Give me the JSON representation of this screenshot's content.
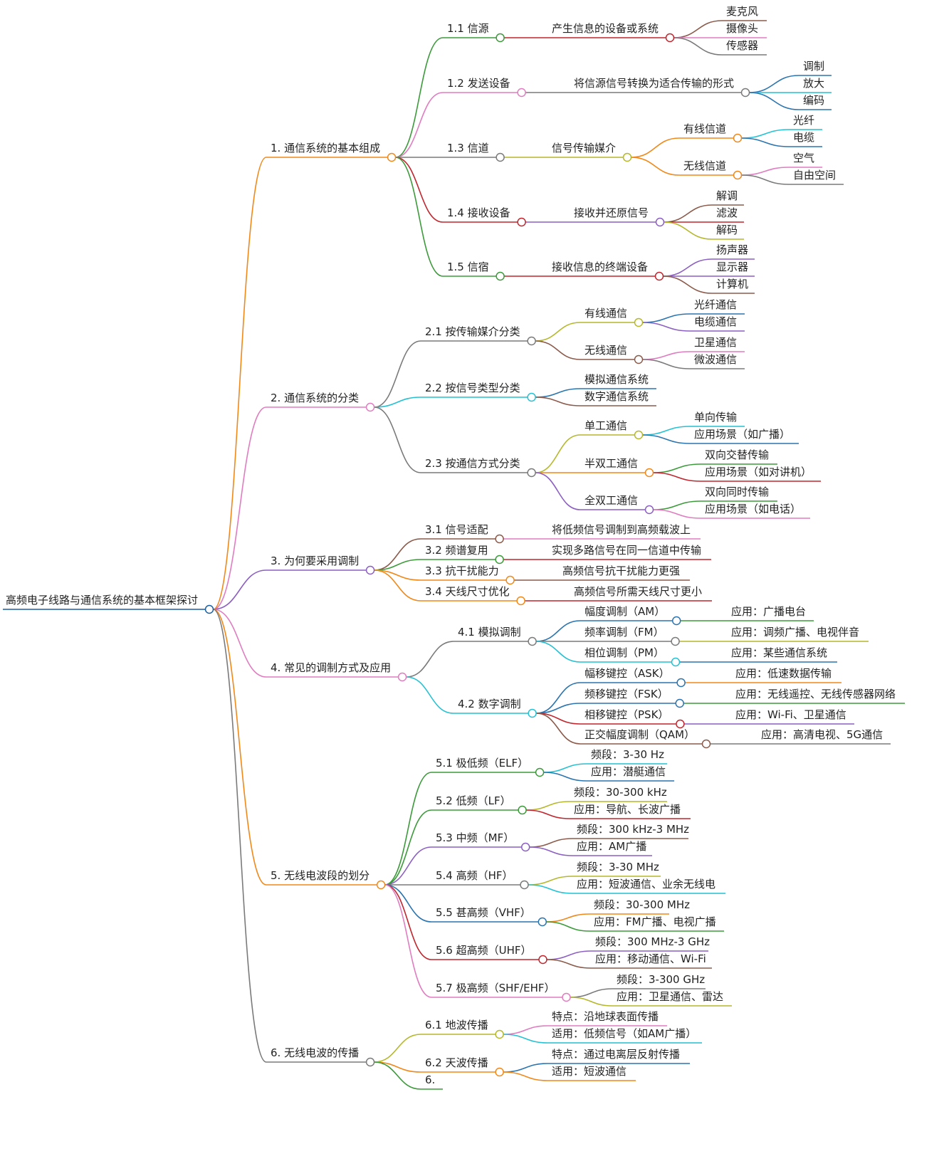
{
  "colors": {
    "root": "#1a5fa0",
    "orange": "#f0891a",
    "green": "#3c9a3a",
    "pink": "#e07cc0",
    "gray": "#7a7a7a",
    "olive": "#b5b82a",
    "red": "#c0262e",
    "cyan": "#25c1d2",
    "purple": "#8c5fc2",
    "brown": "#8b5a4a",
    "blue": "#2a74b0"
  },
  "mindmap": {
    "label": "高频电子线路与通信系统的基本框架探讨",
    "children": [
      {
        "label": "1. 通信系统的基本组成",
        "children": [
          {
            "label": "1.1 信源",
            "children": [
              {
                "label": "产生信息的设备或系统",
                "children": [
                  {
                    "label": "麦克风"
                  },
                  {
                    "label": "摄像头"
                  },
                  {
                    "label": "传感器"
                  }
                ]
              }
            ]
          },
          {
            "label": "1.2 发送设备",
            "children": [
              {
                "label": "将信源信号转换为适合传输的形式",
                "children": [
                  {
                    "label": "调制"
                  },
                  {
                    "label": "放大"
                  },
                  {
                    "label": "编码"
                  }
                ]
              }
            ]
          },
          {
            "label": "1.3 信道",
            "children": [
              {
                "label": "信号传输媒介",
                "children": [
                  {
                    "label": "有线信道",
                    "children": [
                      {
                        "label": "光纤"
                      },
                      {
                        "label": "电缆"
                      }
                    ]
                  },
                  {
                    "label": "无线信道",
                    "children": [
                      {
                        "label": "空气"
                      },
                      {
                        "label": "自由空间"
                      }
                    ]
                  }
                ]
              }
            ]
          },
          {
            "label": "1.4 接收设备",
            "children": [
              {
                "label": "接收并还原信号",
                "children": [
                  {
                    "label": "解调"
                  },
                  {
                    "label": "滤波"
                  },
                  {
                    "label": "解码"
                  }
                ]
              }
            ]
          },
          {
            "label": "1.5 信宿",
            "children": [
              {
                "label": "接收信息的终端设备",
                "children": [
                  {
                    "label": "扬声器"
                  },
                  {
                    "label": "显示器"
                  },
                  {
                    "label": "计算机"
                  }
                ]
              }
            ]
          }
        ]
      },
      {
        "label": "2. 通信系统的分类",
        "children": [
          {
            "label": "2.1 按传输媒介分类",
            "children": [
              {
                "label": "有线通信",
                "children": [
                  {
                    "label": "光纤通信"
                  },
                  {
                    "label": "电缆通信"
                  }
                ]
              },
              {
                "label": "无线通信",
                "children": [
                  {
                    "label": "卫星通信"
                  },
                  {
                    "label": "微波通信"
                  }
                ]
              }
            ]
          },
          {
            "label": "2.2 按信号类型分类",
            "children": [
              {
                "label": "模拟通信系统"
              },
              {
                "label": "数字通信系统"
              }
            ]
          },
          {
            "label": "2.3 按通信方式分类",
            "children": [
              {
                "label": "单工通信",
                "children": [
                  {
                    "label": "单向传输"
                  },
                  {
                    "label": "应用场景（如广播）"
                  }
                ]
              },
              {
                "label": "半双工通信",
                "children": [
                  {
                    "label": "双向交替传输"
                  },
                  {
                    "label": "应用场景（如对讲机）"
                  }
                ]
              },
              {
                "label": "全双工通信",
                "children": [
                  {
                    "label": "双向同时传输"
                  },
                  {
                    "label": "应用场景（如电话）"
                  }
                ]
              }
            ]
          }
        ]
      },
      {
        "label": "3. 为何要采用调制",
        "children": [
          {
            "label": "3.1 信号适配",
            "children": [
              {
                "label": "将低频信号调制到高频载波上"
              }
            ]
          },
          {
            "label": "3.2 频谱复用",
            "children": [
              {
                "label": "实现多路信号在同一信道中传输"
              }
            ]
          },
          {
            "label": "3.3 抗干扰能力",
            "children": [
              {
                "label": "高频信号抗干扰能力更强"
              }
            ]
          },
          {
            "label": "3.4 天线尺寸优化",
            "children": [
              {
                "label": "高频信号所需天线尺寸更小"
              }
            ]
          }
        ]
      },
      {
        "label": "4. 常见的调制方式及应用",
        "children": [
          {
            "label": "4.1 模拟调制",
            "children": [
              {
                "label": "幅度调制（AM）",
                "children": [
                  {
                    "label": "应用：广播电台"
                  }
                ]
              },
              {
                "label": "频率调制（FM）",
                "children": [
                  {
                    "label": "应用：调频广播、电视伴音"
                  }
                ]
              },
              {
                "label": "相位调制（PM）",
                "children": [
                  {
                    "label": "应用：某些通信系统"
                  }
                ]
              }
            ]
          },
          {
            "label": "4.2 数字调制",
            "children": [
              {
                "label": "幅移键控（ASK）",
                "children": [
                  {
                    "label": "应用：低速数据传输"
                  }
                ]
              },
              {
                "label": "频移键控（FSK）",
                "children": [
                  {
                    "label": "应用：无线遥控、无线传感器网络"
                  }
                ]
              },
              {
                "label": "相移键控（PSK）",
                "children": [
                  {
                    "label": "应用：Wi-Fi、卫星通信"
                  }
                ]
              },
              {
                "label": "正交幅度调制（QAM）",
                "children": [
                  {
                    "label": "应用：高清电视、5G通信"
                  }
                ]
              }
            ]
          }
        ]
      },
      {
        "label": "5. 无线电波段的划分",
        "children": [
          {
            "label": "5.1 极低频（ELF）",
            "children": [
              {
                "label": "频段：3-30 Hz"
              },
              {
                "label": "应用：潜艇通信"
              }
            ]
          },
          {
            "label": "5.2 低频（LF）",
            "children": [
              {
                "label": "频段：30-300 kHz"
              },
              {
                "label": "应用：导航、长波广播"
              }
            ]
          },
          {
            "label": "5.3 中频（MF）",
            "children": [
              {
                "label": "频段：300 kHz-3 MHz"
              },
              {
                "label": "应用：AM广播"
              }
            ]
          },
          {
            "label": "5.4 高频（HF）",
            "children": [
              {
                "label": "频段：3-30 MHz"
              },
              {
                "label": "应用：短波通信、业余无线电"
              }
            ]
          },
          {
            "label": "5.5 甚高频（VHF）",
            "children": [
              {
                "label": "频段：30-300 MHz"
              },
              {
                "label": "应用：FM广播、电视广播"
              }
            ]
          },
          {
            "label": "5.6 超高频（UHF）",
            "children": [
              {
                "label": "频段：300 MHz-3 GHz"
              },
              {
                "label": "应用：移动通信、Wi-Fi"
              }
            ]
          },
          {
            "label": "5.7 极高频（SHF/EHF）",
            "children": [
              {
                "label": "频段：3-300 GHz"
              },
              {
                "label": "应用：卫星通信、雷达"
              }
            ]
          }
        ]
      },
      {
        "label": "6. 无线电波的传播",
        "children": [
          {
            "label": "6.1 地波传播",
            "children": [
              {
                "label": "特点：沿地球表面传播"
              },
              {
                "label": "适用：低频信号（如AM广播）"
              }
            ]
          },
          {
            "label": "6.2 天波传播",
            "children": [
              {
                "label": "特点：通过电离层反射传播"
              },
              {
                "label": "适用：短波通信"
              }
            ]
          },
          {
            "label": "6."
          }
        ]
      }
    ]
  }
}
